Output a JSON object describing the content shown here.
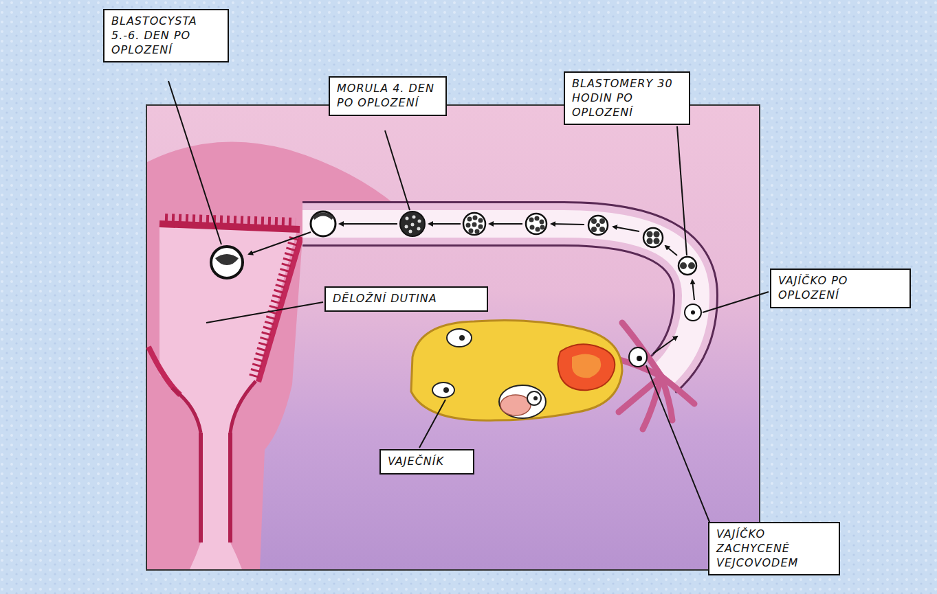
{
  "diagram": {
    "nodes": [
      {
        "text": [
          "BLASTOCYSTA 5.-6. DEN PO OPLOZENÍ"
        ]
      },
      {
        "text": [
          "MORULA 4. DEN PO OPLOZENÍ"
        ]
      },
      {
        "text": [
          "BLASTOMERY 30 HODIN PO OPLOZENÍ"
        ]
      },
      {
        "text": [
          "DĚLOŽNÍ DUTINA"
        ]
      },
      {
        "text": [
          "VAJÍČKO PO OPLOZENÍ"
        ]
      },
      {
        "text": [
          "VAJEČNÍK"
        ]
      },
      {
        "text": [
          "VAJÍČKO ZACHYCENÉ VEJCOVODEM"
        ]
      }
    ]
  }
}
